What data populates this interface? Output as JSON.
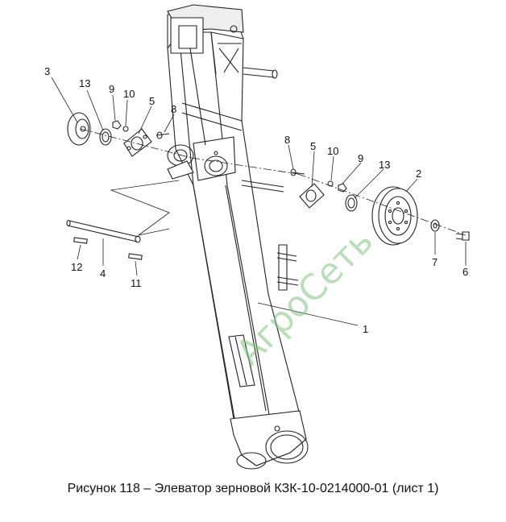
{
  "caption": "Рисунок 118 – Элеватор зерновой КЗК-10-0214000-01 (лист 1)",
  "watermark": "АгроСеть",
  "callouts": {
    "c1": "1",
    "c2": "2",
    "c3": "3",
    "c4": "4",
    "c5a": "5",
    "c5b": "5",
    "c6": "6",
    "c7": "7",
    "c8a": "8",
    "c8b": "8",
    "c9a": "9",
    "c9b": "9",
    "c10a": "10",
    "c10b": "10",
    "c11": "11",
    "c12": "12",
    "c13a": "13",
    "c13b": "13"
  },
  "colors": {
    "line": "#222222",
    "watermark": "#7fc57f",
    "shade": "#d9d9d9"
  }
}
